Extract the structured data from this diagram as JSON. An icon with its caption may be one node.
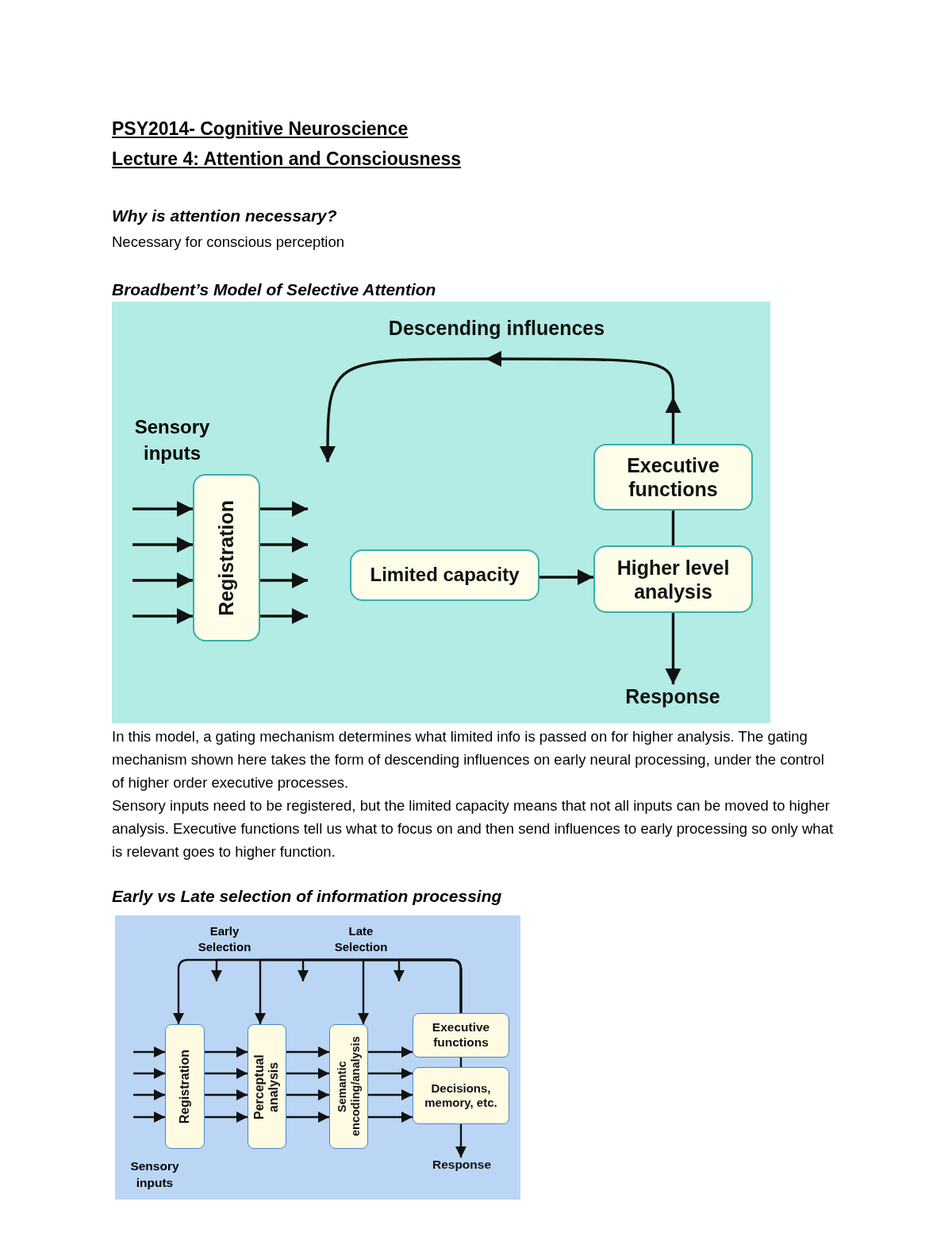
{
  "diagram": {
    "title": "PSY2014- Cognitive Neuroscience",
    "nodes": [
      {
        "text": [
          "Registration"
        ]
      },
      {
        "text": [
          "Limited capacity"
        ]
      },
      {
        "text": [
          "Executive functions"
        ]
      },
      {
        "text": [
          "Higher level analysis"
        ]
      },
      {
        "text": [
          "Response"
        ]
      },
      {
        "text": [
          "Registration"
        ]
      },
      {
        "text": [
          "Perceptual analysis"
        ]
      },
      {
        "text": [
          "Semantic encoding/analysis"
        ]
      },
      {
        "text": [
          "Executive functions"
        ]
      },
      {
        "text": [
          "Decisions, memory, etc."
        ]
      },
      {
        "text": [
          "Response"
        ]
      }
    ],
    "edges": [
      {
        "from": null,
        "to": 0,
        "arrow": "to"
      },
      {
        "from": null,
        "to": 0,
        "arrow": "to"
      },
      {
        "from": null,
        "to": 0,
        "arrow": "to"
      },
      {
        "from": null,
        "to": 0,
        "arrow": "to"
      },
      {
        "from": 0,
        "to": null,
        "arrow": "to"
      },
      {
        "from": 0,
        "to": null,
        "arrow": "to"
      },
      {
        "from": 0,
        "to": null,
        "arrow": "to"
      },
      {
        "from": 0,
        "to": null,
        "arrow": "to"
      },
      {
        "from": 1,
        "to": 3,
        "arrow": "to"
      },
      {
        "from": 3,
        "to": 2,
        "arrow": "none"
      },
      {
        "from": 2,
        "to": null,
        "arrow": "to",
        "label": "Descending influences"
      },
      {
        "from": 3,
        "to": 4,
        "arrow": "to"
      },
      {
        "from": null,
        "to": 5,
        "arrow": "to"
      },
      {
        "from": null,
        "to": 5,
        "arrow": "to"
      },
      {
        "from": null,
        "to": 5,
        "arrow": "to"
      },
      {
        "from": null,
        "to": 5,
        "arrow": "to"
      },
      {
        "from": 5,
        "to": 6,
        "arrow": "to"
      },
      {
        "from": 5,
        "to": 6,
        "arrow": "to"
      },
      {
        "from": 5,
        "to": 6,
        "arrow": "to"
      },
      {
        "from": 5,
        "to": 6,
        "arrow": "to"
      },
      {
        "from": 6,
        "to": 7,
        "arrow": "to"
      },
      {
        "from": 6,
        "to": 7,
        "arrow": "to"
      },
      {
        "from": 6,
        "to": 7,
        "arrow": "to"
      },
      {
        "from": 6,
        "to": 7,
        "arrow": "to"
      },
      {
        "from": 7,
        "to": 8,
        "arrow": "to"
      },
      {
        "from": 7,
        "to": 9,
        "arrow": "to"
      },
      {
        "from": 7,
        "to": 9,
        "arrow": "to"
      },
      {
        "from": 7,
        "to": 9,
        "arrow": "to"
      },
      {
        "from": 8,
        "to": 5,
        "arrow": "to"
      },
      {
        "from": 8,
        "to": null,
        "arrow": "to"
      },
      {
        "from": 8,
        "to": 6,
        "arrow": "to"
      },
      {
        "from": 8,
        "to": null,
        "arrow": "to"
      },
      {
        "from": 8,
        "to": 7,
        "arrow": "to"
      },
      {
        "from": 8,
        "to": null,
        "arrow": "to"
      },
      {
        "from": 8,
        "to": 9,
        "arrow": "none"
      },
      {
        "from": 9,
        "to": 10,
        "arrow": "to"
      }
    ],
    "labels": [
      "Lecture 4: Attention and Consciousness",
      "Why is attention necessary?",
      "Necessary for conscious perception",
      "Broadbent’s Model of Selective Attention",
      "Sensory inputs",
      "In this model, a gating mechanism determines what limited info is passed on for higher analysis. The gating mechanism shown here takes the form of descending influences on early neural processing, under the control of higher order executive processes.",
      "Sensory inputs need to be registered, but the limited capacity means that not all inputs can be moved to higher analysis. Executive functions tell us what to focus on and then send influences to early processing so only what is relevant goes to higher function.",
      "Early vs Late selection of information processing",
      "Early Selection",
      "Late Selection",
      "Sensory inputs"
    ]
  }
}
